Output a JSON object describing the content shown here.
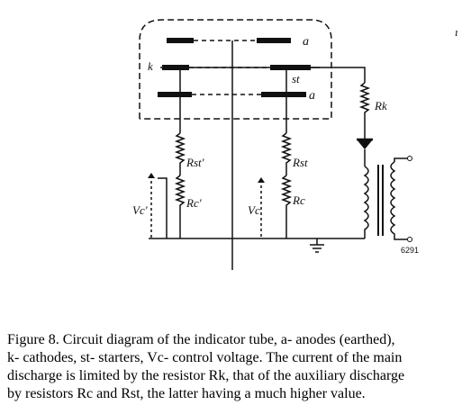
{
  "diagram": {
    "labels": {
      "anode_top": "a",
      "anode_bottom": "a",
      "cathode": "k",
      "starter": "st",
      "rk": "Rk",
      "rst_left": "Rst'",
      "rc_left": "Rc'",
      "vc_left": "Vc'",
      "rst_right": "Rst",
      "rc_right": "Rc",
      "vc_right": "Vc",
      "figure_number": "6291",
      "corner_mark": "ı"
    }
  },
  "caption": {
    "lines": [
      "Figure 8. Circuit diagram of the indicator tube, a- anodes (earthed),",
      "k- cathodes, st- starters, Vc- control voltage. The current of the main",
      "discharge is limited by the resistor Rk, that of the auxiliary discharge",
      "by resistors Rc and Rst, the latter having a much higher value."
    ]
  }
}
